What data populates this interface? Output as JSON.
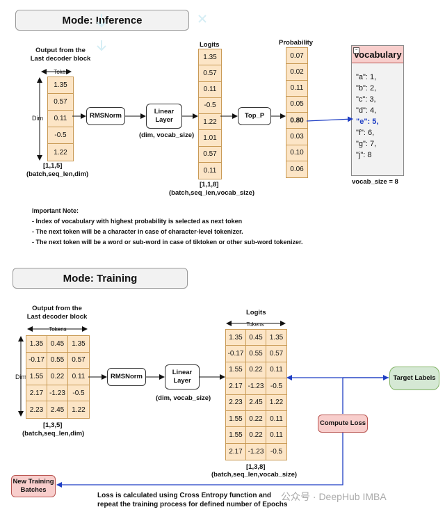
{
  "inference": {
    "mode_title": "Mode: Inference",
    "output_label": "Output from the\nLast decoder block",
    "token_label": "Token",
    "dim_label": "Dim",
    "input_values": [
      "1.35",
      "0.57",
      "0.11",
      "-0.5",
      "1.22"
    ],
    "input_shape": "[1,1,5]",
    "input_shape_desc": "(batch,seq_len,dim)",
    "rmsnorm_label": "RMSNorm",
    "linear_label": "Linear\nLayer",
    "linear_desc": "(dim, vocab_size)",
    "logits_label": "Logits",
    "logits_values": [
      "1.35",
      "0.57",
      "0.11",
      "-0.5",
      "1.22",
      "1.01",
      "0.57",
      "0.11"
    ],
    "logits_shape": "[1,1,8]",
    "logits_shape_desc": "(batch,seq_len,vocab_size)",
    "top_p_label": "Top_P",
    "probability_label": "Probability",
    "prob_values": [
      "0.07",
      "0.02",
      "0.11",
      "0.05",
      "0.80",
      "0.03",
      "0.10",
      "0.06"
    ],
    "vocab_title": "Vocabulary",
    "vocab_items": [
      "\"a\": 1,",
      "\"b\": 2,",
      "\"c\": 3,",
      "\"d\": 4,",
      "\"e\": 5,",
      "\"f\": 6,",
      "\"g\": 7,",
      "\"j\": 8"
    ],
    "vocab_size": "vocab_size = 8",
    "note_title": "Important Note:",
    "notes": [
      "- Index of vocabulary with highest probability is selected as next token",
      "- The next token will be a character in case of character-level tokenizer.",
      "- The next token will be a word or sub-word in case of tiktoken or other sub-word tokenizer."
    ]
  },
  "training": {
    "mode_title": "Mode: Training",
    "output_label": "Output from the\nLast decoder block",
    "tokens_label": "Tokens",
    "dim_label": "Dim",
    "input_rows": [
      [
        "1.35",
        "0.45",
        "1.35"
      ],
      [
        "-0.17",
        "0.55",
        "0.57"
      ],
      [
        "1.55",
        "0.22",
        "0.11"
      ],
      [
        "2.17",
        "-1.23",
        "-0.5"
      ],
      [
        "2.23",
        "2.45",
        "1.22"
      ]
    ],
    "input_shape": "[1,3,5]",
    "input_shape_desc": "(batch,seq_len,dim)",
    "rmsnorm_label": "RMSNorm",
    "linear_label": "Linear\nLayer",
    "linear_desc": "(dim, vocab_size)",
    "logits_label": "Logits",
    "logits_tokens_label": "Tokens",
    "logits_rows": [
      [
        "1.35",
        "0.45",
        "1.35"
      ],
      [
        "-0.17",
        "0.55",
        "0.57"
      ],
      [
        "1.55",
        "0.22",
        "0.11"
      ],
      [
        "2.17",
        "-1.23",
        "-0.5"
      ],
      [
        "2.23",
        "2.45",
        "1.22"
      ],
      [
        "1.55",
        "0.22",
        "0.11"
      ],
      [
        "1.55",
        "0.22",
        "0.11"
      ],
      [
        "2.17",
        "-1.23",
        "-0.5"
      ]
    ],
    "logits_shape": "[1,3,8]",
    "logits_shape_desc": "(batch,seq_len,vocab_size)",
    "target_labels": "Target Labels",
    "compute_loss": "Compute Loss",
    "new_batches": "New Training\nBatches",
    "loss_note": "Loss is calculated using Cross Entropy function and\nrepeat the training process for defined number of Epochs"
  },
  "watermark": "公众号 · DeepHub IMBA",
  "colors": {
    "cell_fill": "#fce5c6",
    "arrow_blue": "#1f3fc4",
    "red_fill": "#f8cecc",
    "green_fill": "#d5e8d4"
  }
}
